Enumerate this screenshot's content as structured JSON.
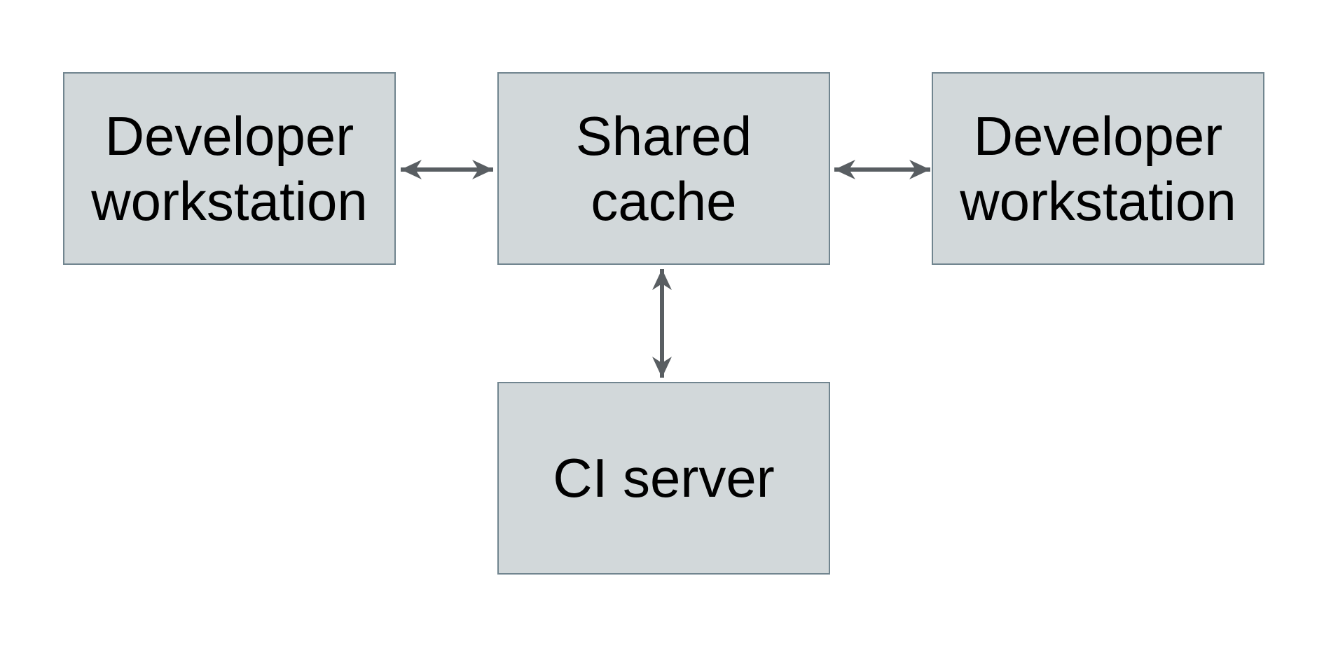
{
  "theme": {
    "background": "#ffffff",
    "node_fill": "#d2d8da",
    "node_border": "#71858f",
    "arrow_color": "#595e62",
    "text_color": "#000000"
  },
  "diagram": {
    "type": "architecture-diagram",
    "nodes": [
      {
        "id": "developer-workstation-left",
        "label": "Developer workstation",
        "lines": [
          "Developer",
          "workstation"
        ]
      },
      {
        "id": "shared-cache",
        "label": "Shared cache",
        "lines": [
          "Shared",
          "cache"
        ]
      },
      {
        "id": "developer-workstation-right",
        "label": "Developer workstation",
        "lines": [
          "Developer",
          "workstation"
        ]
      },
      {
        "id": "ci-server",
        "label": "CI server",
        "lines": [
          "CI server"
        ]
      }
    ],
    "edges": [
      {
        "from": "developer-workstation-left",
        "to": "shared-cache",
        "type": "bidirectional",
        "orientation": "horizontal"
      },
      {
        "from": "shared-cache",
        "to": "developer-workstation-right",
        "type": "bidirectional",
        "orientation": "horizontal"
      },
      {
        "from": "shared-cache",
        "to": "ci-server",
        "type": "bidirectional",
        "orientation": "vertical"
      }
    ]
  }
}
